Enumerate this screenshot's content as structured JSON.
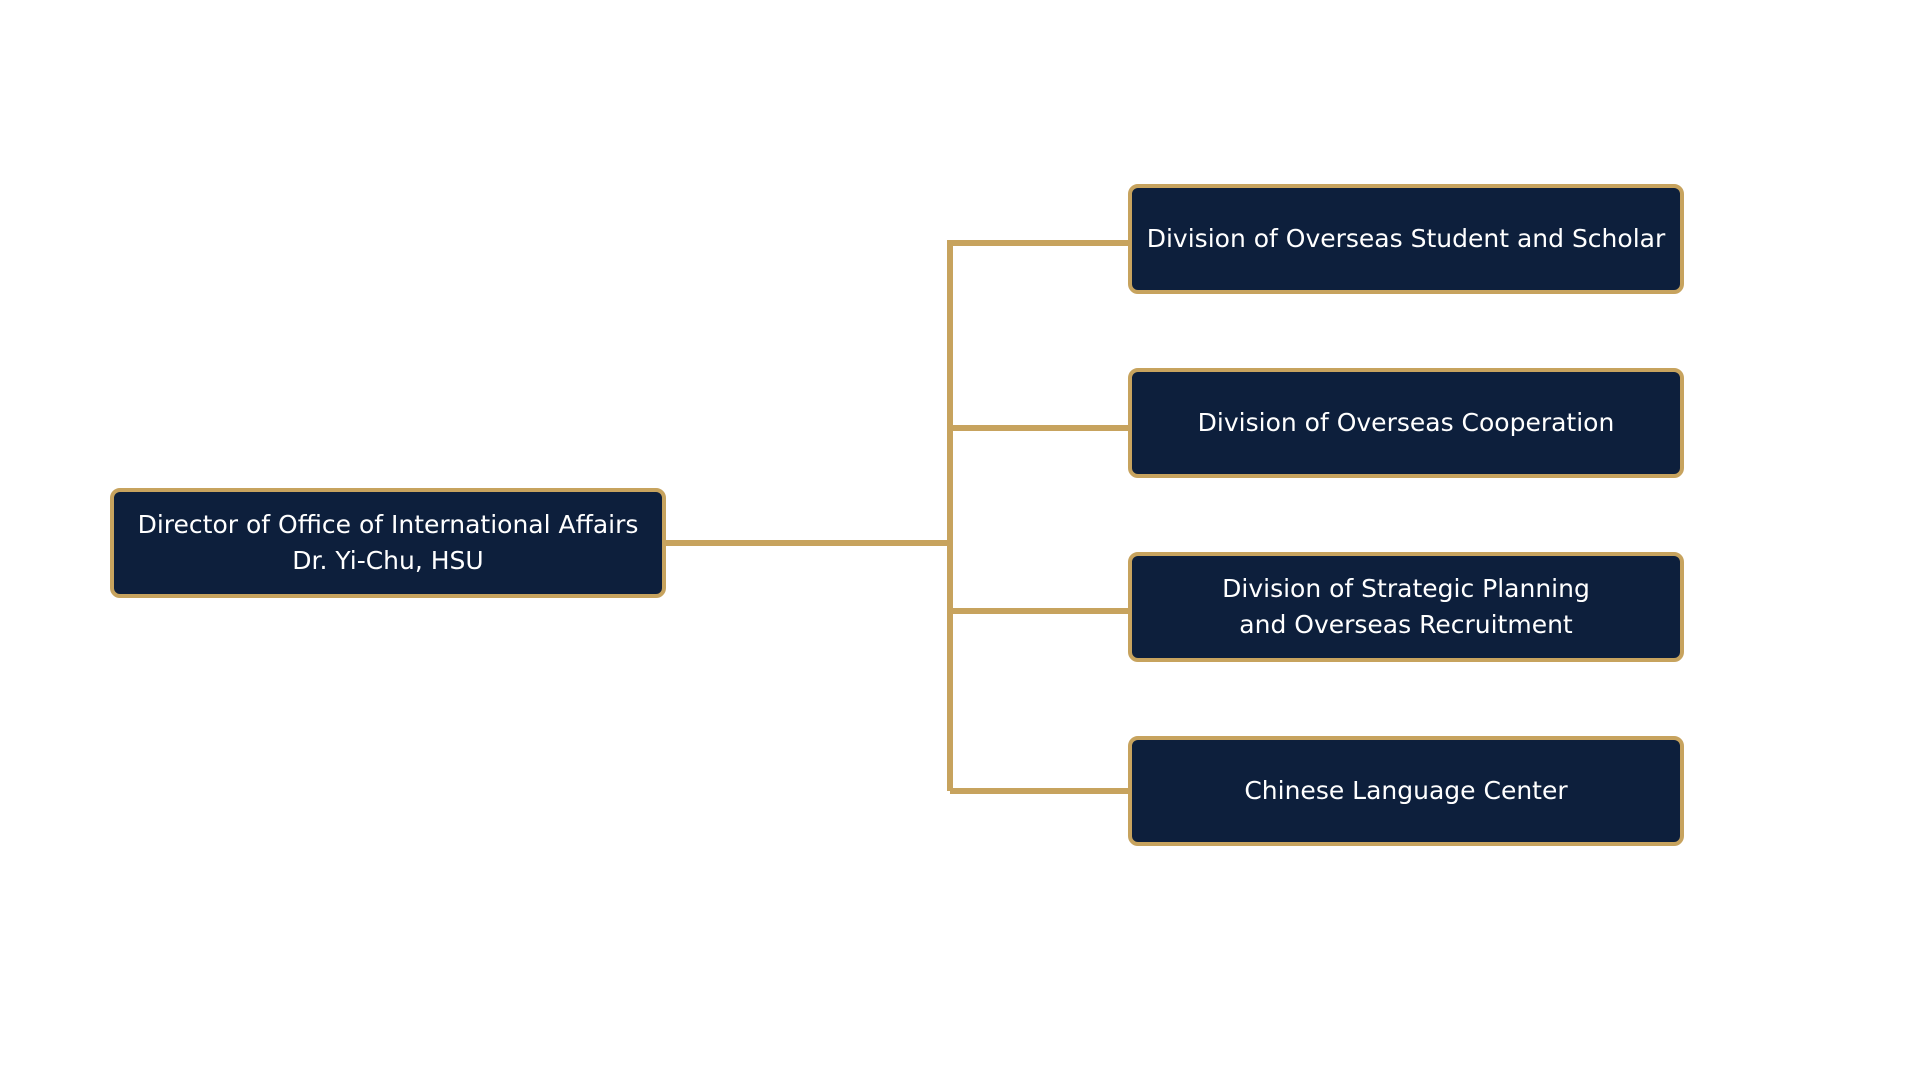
{
  "colors": {
    "box_fill": "#0d1f3c",
    "accent_border": "#c7a35e",
    "connector": "#c7a35e",
    "text": "#ffffff",
    "background": "#ffffff"
  },
  "org_chart": {
    "root": {
      "line1": "Director of Office of International Affairs",
      "line2": "Dr. Yi-Chu, HSU"
    },
    "divisions": [
      {
        "line1": "Division of Overseas Student and Scholar",
        "line2": ""
      },
      {
        "line1": "Division of Overseas Cooperation",
        "line2": ""
      },
      {
        "line1": "Division of Strategic Planning",
        "line2": "and Overseas Recruitment"
      },
      {
        "line1": "Chinese Language Center",
        "line2": ""
      }
    ]
  }
}
